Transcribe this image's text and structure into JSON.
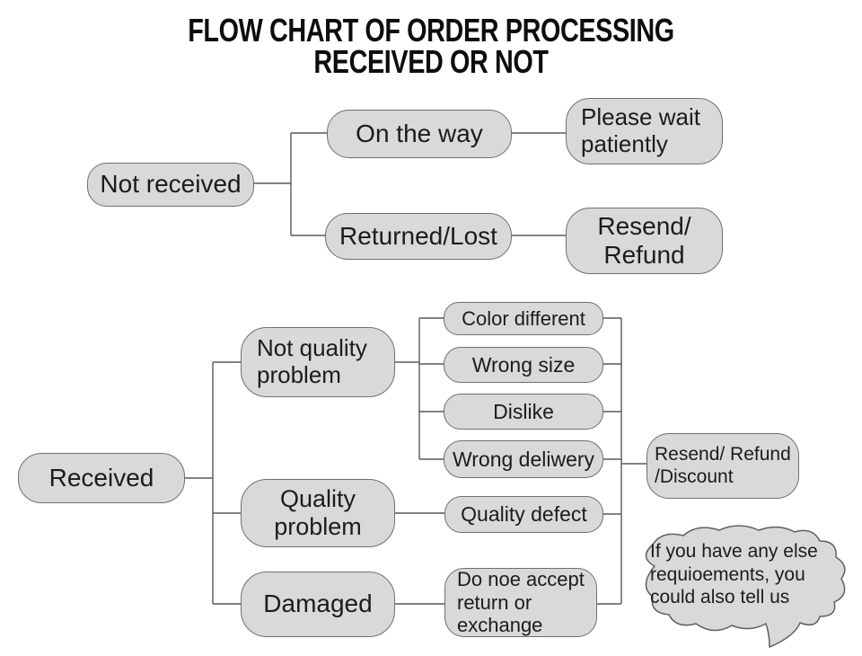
{
  "title": {
    "text": "FLOW CHART OF ORDER PROCESSING\nRECEIVED OR NOT"
  },
  "colors": {
    "background": "#ffffff",
    "node_fill": "#d9d9d9",
    "node_border": "#6f6f6f",
    "connector_line": "#595959",
    "text": "#1c1c1c"
  },
  "nodes": {
    "not_received": {
      "label": "Not received"
    },
    "on_the_way": {
      "label": "On the way"
    },
    "returned_lost": {
      "label": "Returned/Lost"
    },
    "please_wait": {
      "label": "Please wait\npatiently"
    },
    "resend_refund": {
      "label": "Resend/\nRefund"
    },
    "received": {
      "label": "Received"
    },
    "not_quality_problem": {
      "label": "Not quality\nproblem"
    },
    "quality_problem": {
      "label": "Quality\nproblem"
    },
    "damaged": {
      "label": "Damaged"
    },
    "color_different": {
      "label": "Color different"
    },
    "wrong_size": {
      "label": "Wrong size"
    },
    "dislike": {
      "label": "Dislike"
    },
    "wrong_deliwery": {
      "label": "Wrong deliwery"
    },
    "quality_defect": {
      "label": "Quality defect"
    },
    "do_noe_accept": {
      "label": "Do noe accept\nreturn or\nexchange"
    },
    "resend_refund_discount": {
      "label": "Resend/ Refund\n/Discount"
    }
  },
  "speech_bubble": {
    "text": "If you have any else\nrequioements, you\ncould also tell us"
  }
}
